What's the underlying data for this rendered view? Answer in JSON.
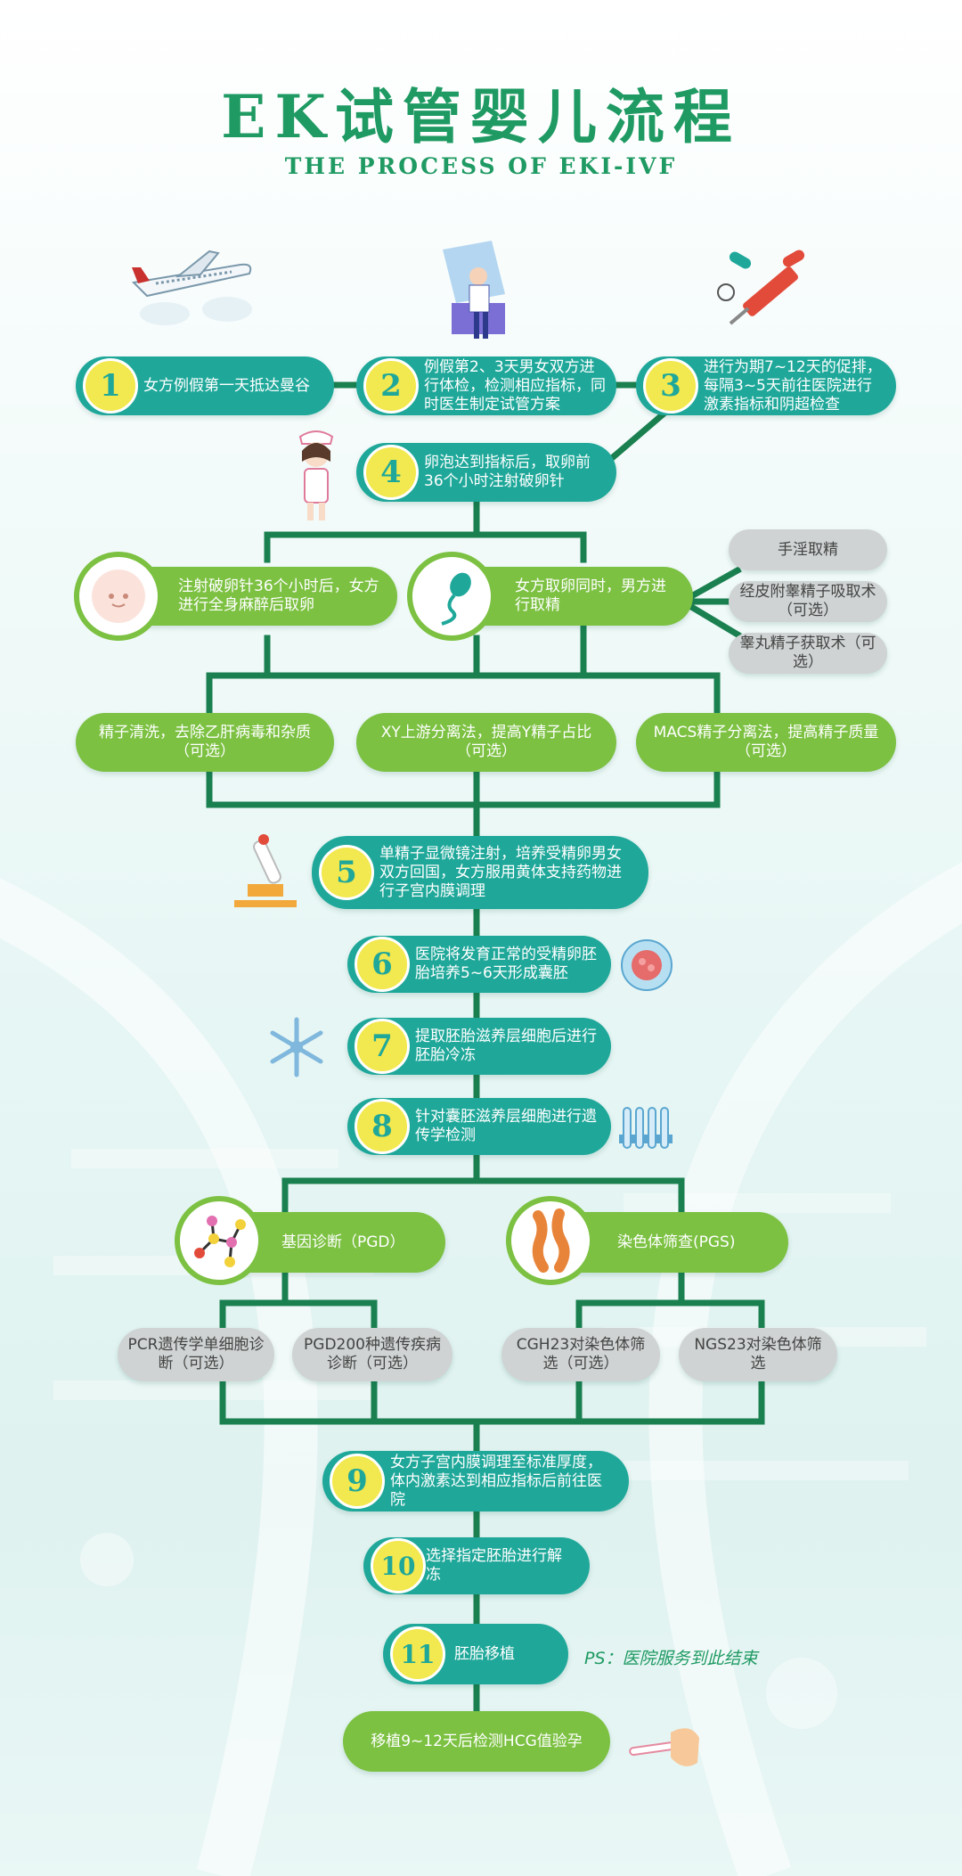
{
  "title": "EK试管婴儿流程",
  "subtitle": "THE PROCESS OF EKI-IVF",
  "steps": [
    {
      "num": "1",
      "text": "女方例假第一天抵达曼谷"
    },
    {
      "num": "2",
      "text": "例假第2、3天男女双方进行体检，检测相应指标，同时医生制定试管方案"
    },
    {
      "num": "3",
      "text": "进行为期7~12天的促排，每隔3~5天前往医院进行激素指标和阴超检查"
    },
    {
      "num": "4",
      "text": "卵泡达到指标后，取卵前36个小时注射破卵针"
    },
    {
      "num": "5",
      "text": "单精子显微镜注射，培养受精卵男女双方回国，女方服用黄体支持药物进行子宫内膜调理"
    },
    {
      "num": "6",
      "text": "医院将发育正常的受精卵胚胎培养5~6天形成囊胚"
    },
    {
      "num": "7",
      "text": "提取胚胎滋养层细胞后进行胚胎冷冻"
    },
    {
      "num": "8",
      "text": "针对囊胚滋养层细胞进行遗传学检测"
    },
    {
      "num": "9",
      "text": "女方子宫内膜调理至标准厚度，体内激素达到相应指标后前往医院"
    },
    {
      "num": "10",
      "text": "选择指定胚胎进行解冻"
    },
    {
      "num": "11",
      "text": "胚胎移植"
    }
  ],
  "branch_egg": "注射破卵针36个小时后，女方进行全身麻醉后取卵",
  "branch_sperm": "女方取卵同时，男方进行取精",
  "sperm_methods": [
    "手淫取精",
    "经皮附睾精子吸取术（可选）",
    "睾丸精子获取术（可选）"
  ],
  "sperm_processing": [
    "精子清洗，去除乙肝病毒和杂质（可选）",
    "XY上游分离法，提高Y精子占比（可选）",
    "MACS精子分离法，提高精子质量（可选）"
  ],
  "pgd": "基因诊断（PGD）",
  "pgs": "染色体筛查(PGS)",
  "pgd_options": [
    "PCR遗传学单细胞诊断（可选）",
    "PGD200种遗传疾病诊断（可选）"
  ],
  "pgs_options": [
    "CGH23对染色体筛选（可选）",
    "NGS23对染色体筛选"
  ],
  "final": "移植9~12天后检测HCG值验孕",
  "ps_note": "PS：医院服务到此结束",
  "colors": {
    "teal": "#1fa89a",
    "green": "#7cc142",
    "dark_green": "#1a8050",
    "number_bg": "#f2e84f",
    "gray": "#cfd3d3"
  }
}
